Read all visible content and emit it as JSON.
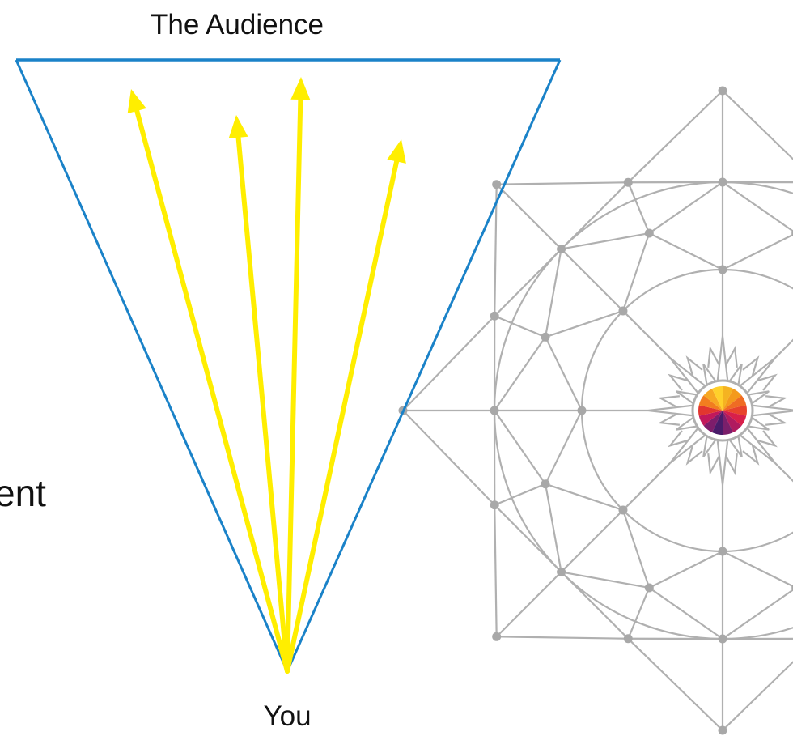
{
  "labels": {
    "audience": "The Audience",
    "you": "You",
    "partial": "ent"
  },
  "colors": {
    "cone_stroke": "#1a82c8",
    "arrow": "#ffee00",
    "compass_line": "#b0b0b0",
    "compass_node": "#a8a8a8",
    "text": "#111111"
  },
  "icons": [
    "compass-rose-icon",
    "color-wheel-icon"
  ]
}
